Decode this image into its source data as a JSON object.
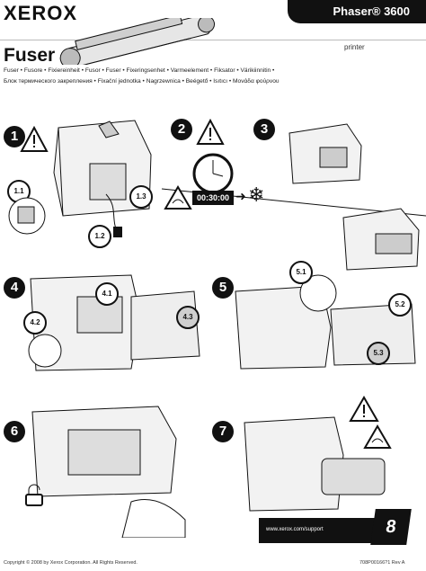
{
  "header": {
    "brand": "XEROX",
    "model": "Phaser® 3600",
    "title": "Fuser",
    "category": "printer"
  },
  "translations": {
    "line1": "Fuser  •  Fusore  •  Fixiereinheit  •  Fusor  •  Fuser  •  Fixeringsenhet  •  Varmeelement  •  Fiksator  •  Värikiinnitin  •",
    "line2": "Блок термического закрепления  •  Fixační jednotka  •  Nagrzewnica  •  Beégető  •  Isıtıcı  •  Μονάδα φούρνου"
  },
  "steps": {
    "s1": "1",
    "s1_1": "1.1",
    "s1_2": "1.2",
    "s1_3": "1.3",
    "s2": "2",
    "s2_timer": "00:30:00",
    "s3": "3",
    "s4": "4",
    "s4_1": "4.1",
    "s4_2": "4.2",
    "s4_3": "4.3",
    "s5": "5",
    "s5_1": "5.1",
    "s5_2": "5.2",
    "s5_3": "5.3",
    "s6": "6",
    "s7": "7"
  },
  "footer": {
    "url": "www.xerox.com/support",
    "page": "8",
    "copyright": "Copyright © 2008 by Xerox Corporation.  All Rights Reserved.",
    "docnum": "708P00166?1 Rev A"
  },
  "icons": [
    "warning-icon",
    "clock-icon",
    "snowflake-icon",
    "padlock-icon",
    "hot-surface-icon"
  ]
}
